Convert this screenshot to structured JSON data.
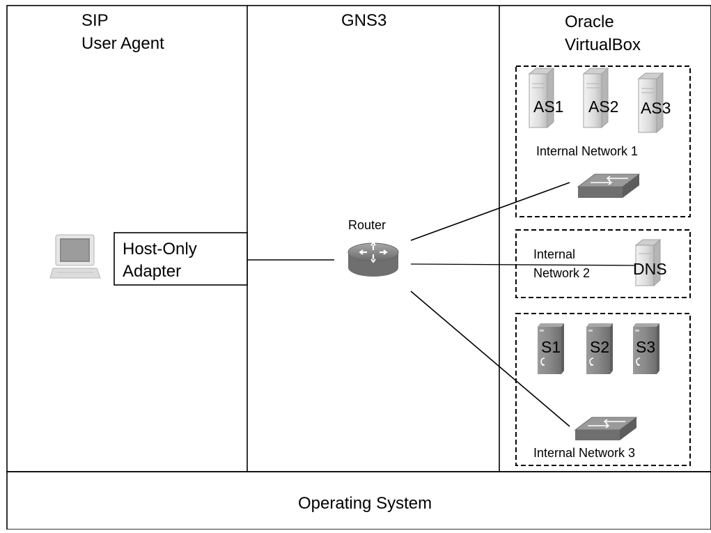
{
  "columns": {
    "sip_user_agent": {
      "line1": "SIP",
      "line2": "User Agent"
    },
    "gns3": {
      "title": "GNS3"
    },
    "virtualbox": {
      "line1": "Oracle",
      "line2": "VirtualBox"
    }
  },
  "host_adapter": {
    "line1": "Host-Only",
    "line2": "Adapter"
  },
  "router": {
    "label": "Router"
  },
  "networks": {
    "net1": {
      "label": "Internal Network 1",
      "servers": [
        "AS1",
        "AS2",
        "AS3"
      ]
    },
    "net2": {
      "line1": "Internal",
      "line2": "Network 2",
      "server": "DNS"
    },
    "net3": {
      "label": "Internal Network 3",
      "servers": [
        "S1",
        "S2",
        "S3"
      ]
    }
  },
  "os": {
    "label": "Operating System"
  },
  "colors": {
    "line": "#000000",
    "device_gray": "#8a8a8a",
    "server_light": "#e8e8e8"
  }
}
